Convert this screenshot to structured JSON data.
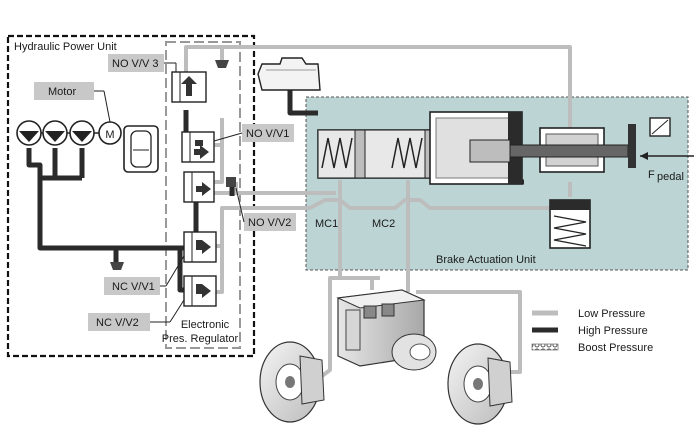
{
  "diagram": {
    "hpu_title": "Hydraulic Power Unit",
    "bau_title": "Brake Actuation Unit",
    "epr_line1": "Electronic",
    "epr_line2": "Pres. Regulator",
    "labels": {
      "no_vv3": "NO V/V 3",
      "motor": "Motor",
      "no_vv1": "NO V/V1",
      "no_vv2": "NO V/V2",
      "nc_vv1": "NC V/V1",
      "nc_vv2": "NC V/V2",
      "mc1": "MC1",
      "mc2": "MC2",
      "motor_symbol": "M",
      "f_pedal_main": "F",
      "f_pedal_sub": "pedal"
    },
    "legend": [
      {
        "label": "Low Pressure",
        "style": "low",
        "color": "#bdbdbd"
      },
      {
        "label": "High Pressure",
        "style": "high",
        "color": "#2b2b2b"
      },
      {
        "label": "Boost Pressure",
        "style": "boost",
        "color": "#8a8a8a"
      }
    ],
    "colors": {
      "low": "#bdbdbd",
      "high": "#2b2b2b",
      "bau_fill": "#bcd4d4",
      "tag_fill": "#c8c8c8"
    }
  }
}
